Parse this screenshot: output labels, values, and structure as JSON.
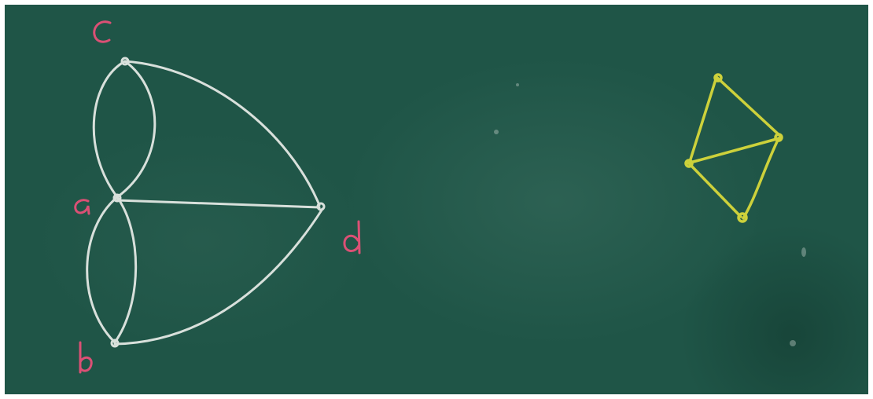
{
  "graph_left": {
    "vertices": [
      {
        "id": "a",
        "label": "a"
      },
      {
        "id": "b",
        "label": "b"
      },
      {
        "id": "c",
        "label": "c"
      },
      {
        "id": "d",
        "label": "d"
      }
    ],
    "edges": [
      [
        "c",
        "a"
      ],
      [
        "c",
        "a"
      ],
      [
        "a",
        "b"
      ],
      [
        "a",
        "b"
      ],
      [
        "c",
        "d"
      ],
      [
        "a",
        "d"
      ],
      [
        "b",
        "d"
      ]
    ],
    "chalk_color": "#e8ece8",
    "label_color": "#f0507a"
  },
  "graph_right": {
    "vertex_count": 4,
    "chalk_color": "#e0df3a"
  },
  "board_color": "#1f5547"
}
